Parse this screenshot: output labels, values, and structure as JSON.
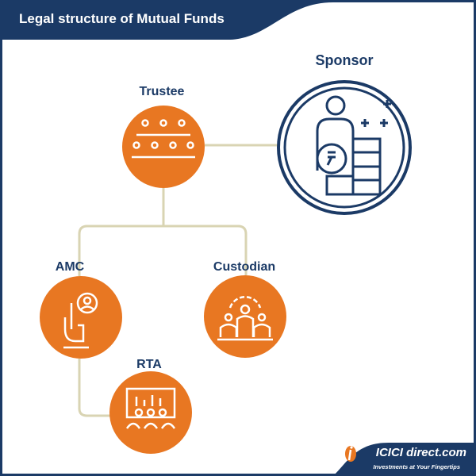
{
  "title": "Legal structure of Mutual Funds",
  "nodes": {
    "sponsor": "Sponsor",
    "trustee": "Trustee",
    "amc": "AMC",
    "custodian": "Custodian",
    "rta": "RTA"
  },
  "brand": {
    "name": "ICICI direct.com",
    "tagline": "Investments at Your Fingertips"
  },
  "colors": {
    "navy": "#1b3a66",
    "orange": "#e87722",
    "connector": "#d9d4b3"
  }
}
